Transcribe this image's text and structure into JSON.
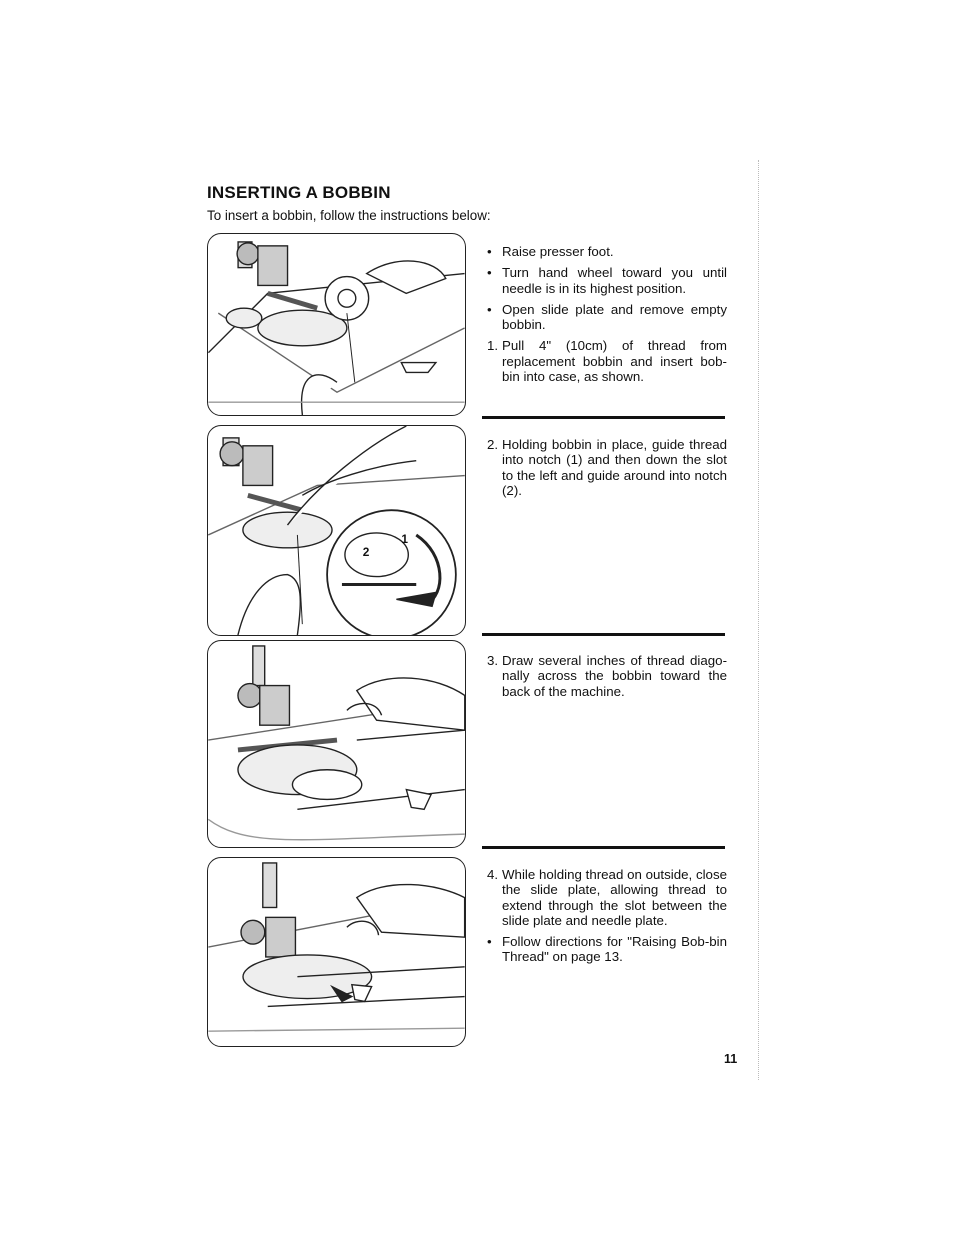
{
  "heading": "INSERTING A BOBBIN",
  "intro": "To insert a bobbin, follow the instructions below:",
  "steps": [
    {
      "items": [
        {
          "marker": "•",
          "text": "Raise presser foot."
        },
        {
          "marker": "•",
          "text": "Turn hand wheel toward you until needle is in its highest position."
        },
        {
          "marker": "•",
          "text": "Open slide plate and remove empty bobbin."
        },
        {
          "marker": "1.",
          "text": "Pull 4\" (10cm) of thread from replacement bobbin and insert bob-bin into case, as shown."
        }
      ]
    },
    {
      "items": [
        {
          "marker": "2.",
          "text": "Holding bobbin in place, guide thread into notch (1) and then down the slot to the left and guide around into notch (2)."
        }
      ],
      "callout_labels": [
        "1",
        "2"
      ]
    },
    {
      "items": [
        {
          "marker": "3.",
          "text": "Draw several inches of thread diago-nally across the bobbin toward the back of the machine."
        }
      ]
    },
    {
      "items": [
        {
          "marker": "4.",
          "text": "While holding thread on outside, close the slide plate, allowing thread to extend through the slot between the slide plate and needle plate."
        },
        {
          "marker": "•",
          "text": "Follow directions for \"Raising Bob-bin Thread\" on page 13."
        }
      ]
    }
  ],
  "page_number": "11"
}
